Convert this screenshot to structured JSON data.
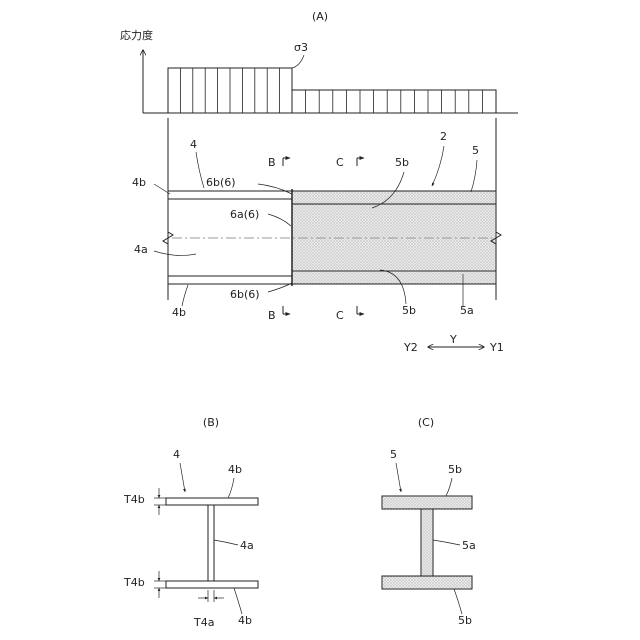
{
  "panels": {
    "a": "(A)",
    "b": "(B)",
    "c": "(C)"
  },
  "stress": {
    "axis_label": "応力度",
    "sigma_label": "σ3"
  },
  "refs": {
    "beam": "2",
    "member4": "4",
    "member5": "5",
    "flange4_top": "4b",
    "web4": "4a",
    "flange4_bottom": "4b",
    "flange5_top": "5b",
    "web5": "5a",
    "flange5_bottom": "5b",
    "plate6b_top": "6b(6)",
    "plate6a": "6a(6)",
    "plate6b_bottom": "6b(6)"
  },
  "sections": {
    "b_top": "B",
    "b_bottom": "B",
    "c_top": "C",
    "c_bottom": "C"
  },
  "direction": {
    "y": "Y",
    "y1": "Y1",
    "y2": "Y2"
  },
  "section_b": {
    "member": "4",
    "top_flange": "4b",
    "web": "4a",
    "bottom_flange": "4b",
    "t_top": "T4b",
    "t_bottom": "T4b",
    "t_web": "T4a"
  },
  "section_c": {
    "member": "5",
    "top_flange": "5b",
    "web": "5a",
    "bottom_flange": "5b"
  }
}
